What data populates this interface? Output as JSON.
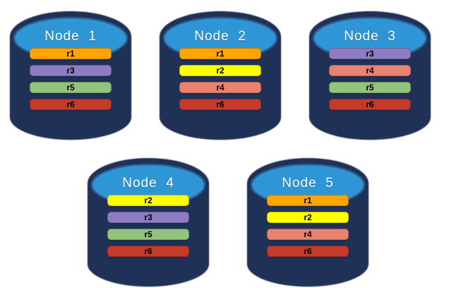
{
  "palette": {
    "cylinder_body": "#1F3156",
    "cylinder_edge": "#6A7694",
    "cylinder_top_fill": "#2E96D4",
    "cylinder_top_stroke": "#2B5F94",
    "title_text_color": "#FFFFFF",
    "bar_text_color": "#000000",
    "replica_colors": {
      "r1": "#FFA405",
      "r2": "#FFFF00",
      "r3": "#8E7CC3",
      "r4": "#E9836F",
      "r5": "#93C47D",
      "r6": "#C63A2A"
    }
  },
  "nodes": [
    {
      "title": "Node  1",
      "replicas": [
        {
          "label": "r1",
          "color": "#FFA405"
        },
        {
          "label": "r3",
          "color": "#8E7CC3"
        },
        {
          "label": "r5",
          "color": "#93C47D"
        },
        {
          "label": "r6",
          "color": "#C63A2A"
        }
      ]
    },
    {
      "title": "Node  2",
      "replicas": [
        {
          "label": "r1",
          "color": "#FFA405"
        },
        {
          "label": "r2",
          "color": "#FFFF00"
        },
        {
          "label": "r4",
          "color": "#E9836F"
        },
        {
          "label": "r6",
          "color": "#C63A2A"
        }
      ]
    },
    {
      "title": "Node  3",
      "replicas": [
        {
          "label": "r3",
          "color": "#8E7CC3"
        },
        {
          "label": "r4",
          "color": "#E9836F"
        },
        {
          "label": "r5",
          "color": "#93C47D"
        },
        {
          "label": "r6",
          "color": "#C63A2A"
        }
      ]
    },
    {
      "title": "Node  4",
      "replicas": [
        {
          "label": "r2",
          "color": "#FFFF00"
        },
        {
          "label": "r3",
          "color": "#8E7CC3"
        },
        {
          "label": "r5",
          "color": "#93C47D"
        },
        {
          "label": "r6",
          "color": "#C63A2A"
        }
      ]
    },
    {
      "title": "Node  5",
      "replicas": [
        {
          "label": "r1",
          "color": "#FFA405"
        },
        {
          "label": "r2",
          "color": "#FFFF00"
        },
        {
          "label": "r4",
          "color": "#E9836F"
        },
        {
          "label": "r6",
          "color": "#C63A2A"
        }
      ]
    }
  ]
}
